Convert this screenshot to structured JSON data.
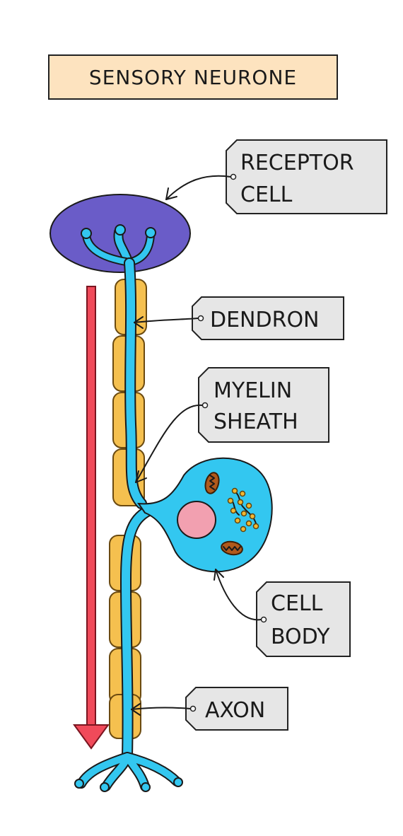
{
  "title": "SENSORY  NEURONE",
  "labels": {
    "receptor_line1": "RECEPTOR",
    "receptor_line2": "CELL",
    "dendron": "DENDRON",
    "myelin_line1": "MYELIN",
    "myelin_line2": "SHEATH",
    "cellbody_line1": "CELL",
    "cellbody_line2": "BODY",
    "axon": "AXON"
  },
  "colors": {
    "title_box": "#fde3bf",
    "receptor_cell": "#6a5cc8",
    "neuron": "#33c7f0",
    "myelin": "#f5c04f",
    "nucleus": "#f2a0b0",
    "mitochondria": "#b05a1c",
    "arrow": "#f04a5a",
    "tag": "#e6e6e6"
  }
}
